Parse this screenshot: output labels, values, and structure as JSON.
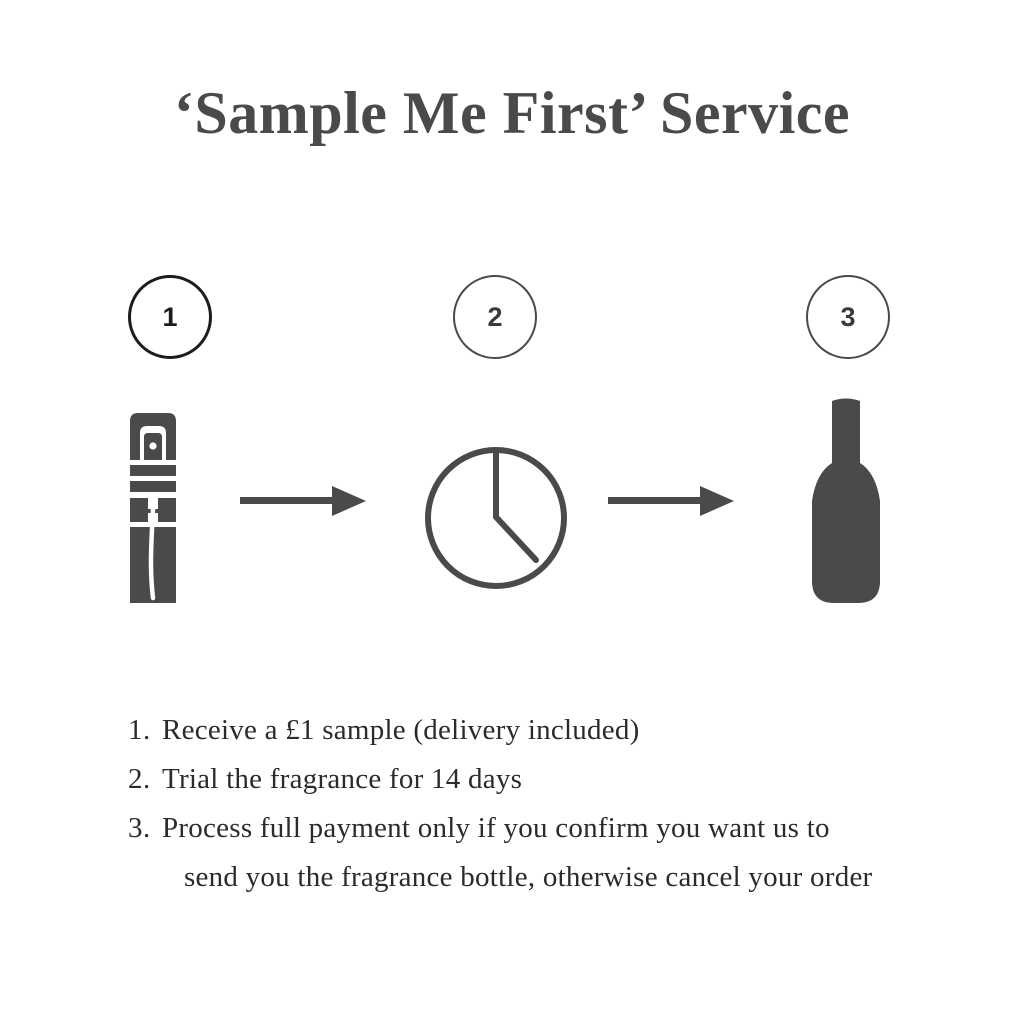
{
  "page": {
    "title": "‘Sample Me First’ Service",
    "background_color": "#ffffff",
    "accent_dark": "#4a4a4a",
    "text_color": "#2b2b2b"
  },
  "steps": [
    {
      "number": "1",
      "icon": "sample-vial-icon",
      "circle_color": "#1c1c1c"
    },
    {
      "number": "2",
      "icon": "clock-icon",
      "circle_color": "#4a4a4a"
    },
    {
      "number": "3",
      "icon": "fragrance-bottle-icon",
      "circle_color": "#4a4a4a"
    }
  ],
  "arrows": [
    {
      "name": "arrow-1",
      "direction": "right"
    },
    {
      "name": "arrow-2",
      "direction": "right"
    }
  ],
  "list": {
    "items": [
      {
        "marker": "1.",
        "text": "Receive a £1 sample (delivery included)",
        "continuation": ""
      },
      {
        "marker": "2.",
        "text": "Trial the fragrance for 14 days",
        "continuation": ""
      },
      {
        "marker": "3.",
        "text": "Process full payment only if you confirm you want us to",
        "continuation": "send you the fragrance bottle, otherwise cancel your order"
      }
    ]
  }
}
